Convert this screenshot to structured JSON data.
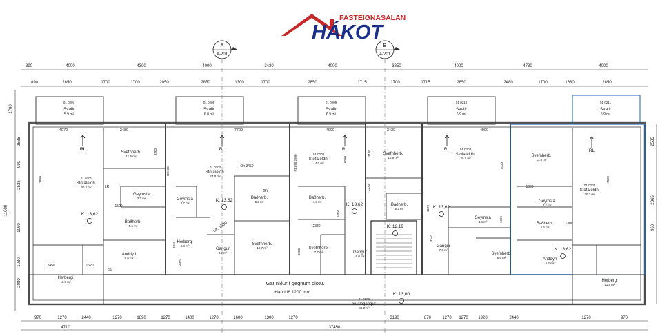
{
  "logo": {
    "top_text": "FASTEIGNASALAN",
    "main_text": "HÁKOT",
    "roof_color": "#c62828",
    "text_color": "#1a2f8a"
  },
  "plan": {
    "axis_markers": [
      {
        "letter": "A",
        "code": "A-201"
      },
      {
        "letter": "B",
        "code": "A-201"
      }
    ],
    "top_dims_row1": [
      "390",
      "4000",
      "4300",
      "4000",
      "3430",
      "4000",
      "3850",
      "4000",
      "4730",
      "4000"
    ],
    "top_dims_row2": [
      "890",
      "2850",
      "1700",
      "1700",
      "2050",
      "2850",
      "1300",
      "1700",
      "2850",
      "1715",
      "1700",
      "1715",
      "2850",
      "2480",
      "1700",
      "1680",
      "2850"
    ],
    "bottom_dims_row1": [
      "970",
      "1270",
      "2440",
      "1270",
      "1890",
      "1270",
      "1400",
      "1270",
      "1600",
      "1300",
      "1270",
      "3190",
      "870",
      "1270",
      "1270",
      "1920",
      "2440",
      "1270",
      "970"
    ],
    "bottom_dims_row2": [
      "4710",
      "37450"
    ],
    "left_dims": [
      "1700",
      "2535",
      "11000",
      "990",
      "1030",
      "2080",
      "2535",
      "1060"
    ],
    "right_dims": [
      "2535",
      "2365",
      "960"
    ],
    "balconies": [
      {
        "code": "01 0207",
        "name": "Svalir",
        "area": "5.9 m²"
      },
      {
        "code": "01 0208",
        "name": "Svalir",
        "area": "6.0 m²"
      },
      {
        "code": "01 0209",
        "name": "Svalir",
        "area": "6.9 m²"
      },
      {
        "code": "01 0210",
        "name": "Svalir",
        "area": "6.9 m²"
      },
      {
        "code": "01 0211",
        "name": "Svalir",
        "area": "5.9 m²"
      }
    ],
    "room_labels": [
      {
        "name": "Svefnherb.",
        "area": "11.5 m²"
      },
      {
        "code": "01 0201",
        "name": "Stofa/eldh.",
        "area": "30.2 m²"
      },
      {
        "name": "Geymsla",
        "area": "3.2 m²"
      },
      {
        "name": "Baðherb.",
        "area": "5.6 m²"
      },
      {
        "name": "Anddyri",
        "area": "6.0 m²"
      },
      {
        "name": "Herbergi",
        "area": "11.8 m²"
      },
      {
        "code": "01 0202",
        "name": "Stofa/eldh.",
        "area": "24.8 m²"
      },
      {
        "name": "Geymsla",
        "area": "3.7 m²"
      },
      {
        "name": "Herbergi",
        "area": "8.8 m²"
      },
      {
        "name": "Gangur",
        "area": "8.2 m²"
      },
      {
        "name": "Baðherb.",
        "area": "5.3 m²"
      },
      {
        "name": "Svefnherb.",
        "area": "10.7 m²"
      },
      {
        "code": "01 0203",
        "name": "Stofa/eldh.",
        "area": "14.0 m²"
      },
      {
        "name": "Baðherb.",
        "area": "4.9 m²"
      },
      {
        "name": "Svefnherb.",
        "area": "7.7 m²"
      },
      {
        "name": "Gangur",
        "area": "6.0 m²"
      },
      {
        "name": "Svefnherb.",
        "area": "10.9 m²"
      },
      {
        "name": "Baðherb.",
        "area": "5.2 m²"
      },
      {
        "code": "01 0204",
        "name": "Stofa/eldh.",
        "area": "20.1 m²"
      },
      {
        "name": "Geymsla",
        "area": "3.6 m²"
      },
      {
        "name": "Gangur",
        "area": "7.3 m²"
      },
      {
        "name": "Svefnherb.",
        "area": "8.5 m²"
      },
      {
        "name": "Svefnherb.",
        "area": "11.3 m²"
      },
      {
        "name": "Geymsla",
        "area": "3.2 m²"
      },
      {
        "name": "Baðherb.",
        "area": "5.6 m²"
      },
      {
        "code": "01 0205",
        "name": "Stofa/eldh.",
        "area": "30.2 m²"
      },
      {
        "name": "Anddyri",
        "area": "6.2 m²"
      },
      {
        "name": "Herbergi",
        "area": "11.8 m²"
      },
      {
        "code": "01 0206",
        "name": "Svalagangur",
        "area": "49.0 m²"
      }
    ],
    "level_marks": [
      "K: 13,62",
      "K: 13,62",
      "K: 13,62",
      "K: 12,19",
      "K: 13,62",
      "K: 13,62",
      "K: 13,60"
    ],
    "rl_marks": [
      "RL",
      "RL",
      "RL",
      "RL",
      "RL",
      "RL"
    ],
    "misc_labels": [
      "Gat niður í gegnum plötu.",
      "Handrið 1200 mm.",
      "ca. 1500",
      "LR",
      "GN",
      "SL",
      "Öh 3460",
      "REI 90",
      "REI 90 2500",
      "3480",
      "4070",
      "7700",
      "4000",
      "3430",
      "4900",
      "1500",
      "1860",
      "1300",
      "2450",
      "1620",
      "2380",
      "3270",
      "3180",
      "3300",
      "4020",
      "6090",
      "5360",
      "3220",
      "3310",
      "1520",
      "2070",
      "4540",
      "1650",
      "7860",
      "7680"
    ]
  }
}
